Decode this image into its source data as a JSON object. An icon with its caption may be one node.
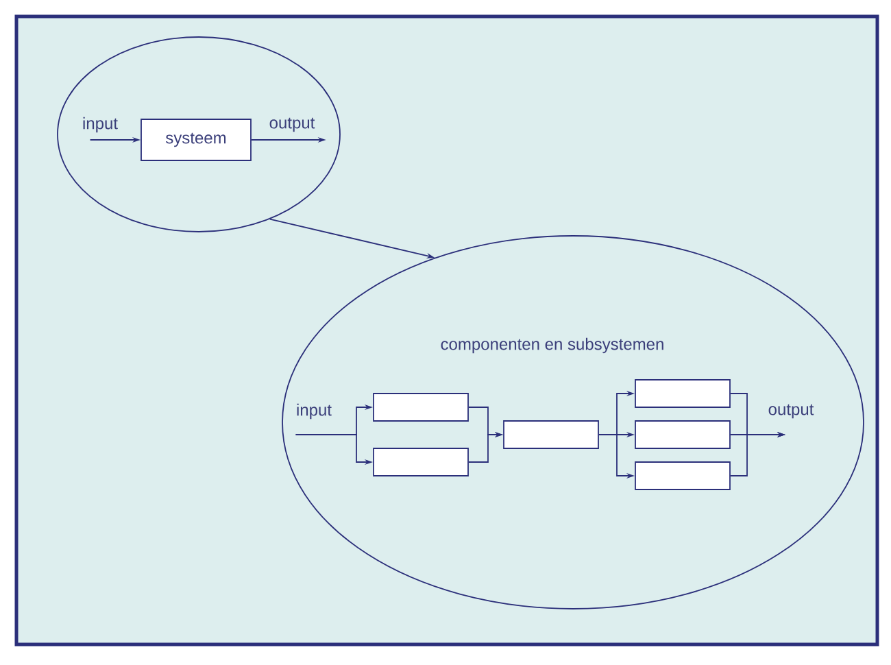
{
  "diagram": {
    "nodes": [
      {
        "text": [],
        "shape": "ellipse"
      },
      {
        "text": [
          "input"
        ],
        "in": 0
      },
      {
        "text": [
          "systeem"
        ],
        "in": 0
      },
      {
        "text": [
          "output"
        ],
        "in": 0
      },
      {
        "text": [
          "componenten en subsystemen"
        ]
      },
      {
        "text": [
          "input"
        ],
        "in": 4
      },
      {
        "text": [],
        "shape": "box",
        "in": 4
      },
      {
        "text": [],
        "shape": "box",
        "in": 4
      },
      {
        "text": [],
        "shape": "box",
        "in": 4
      },
      {
        "text": [],
        "shape": "box",
        "in": 4
      },
      {
        "text": [],
        "shape": "box",
        "in": 4
      },
      {
        "text": [],
        "shape": "box",
        "in": 4
      },
      {
        "text": [
          "output"
        ],
        "in": 4
      }
    ],
    "edges": [
      {
        "from": 1,
        "to": 2,
        "arrow": "to"
      },
      {
        "from": 2,
        "to": 3,
        "arrow": "to"
      },
      {
        "from": 0,
        "to": 4,
        "arrow": "to"
      },
      {
        "from": 5,
        "to": 6,
        "arrow": "to"
      },
      {
        "from": 5,
        "to": 7,
        "arrow": "to"
      },
      {
        "from": 6,
        "to": 8,
        "arrow": "to"
      },
      {
        "from": 7,
        "to": 8,
        "arrow": "to"
      },
      {
        "from": 8,
        "to": 9,
        "arrow": "to"
      },
      {
        "from": 8,
        "to": 10,
        "arrow": "to"
      },
      {
        "from": 8,
        "to": 11,
        "arrow": "to"
      },
      {
        "from": 9,
        "to": 12,
        "arrow": "to"
      },
      {
        "from": 10,
        "to": 12,
        "arrow": "to"
      },
      {
        "from": 11,
        "to": 12,
        "arrow": "to"
      }
    ]
  }
}
